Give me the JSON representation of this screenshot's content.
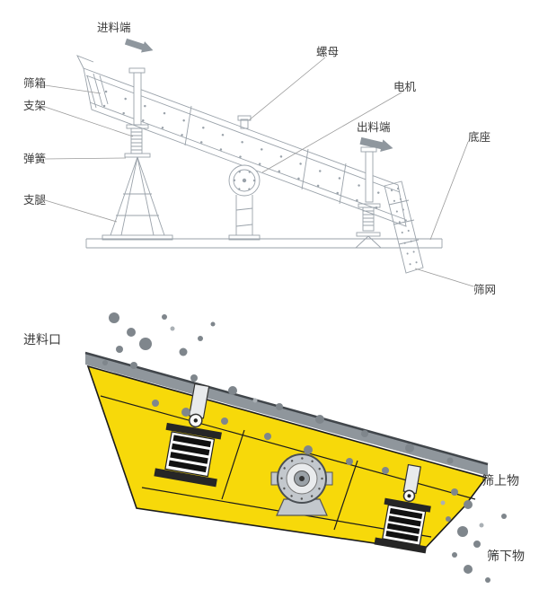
{
  "colors": {
    "drawing_line": "#9aa2aa",
    "leader_line": "#9b9b9b",
    "label_text": "#3b3b3b",
    "arrow_gray": "#8f979e",
    "band_gray": "#8f969c",
    "band_edge": "#41464b",
    "screen_yellow": "#f7d90a",
    "outline_dark": "#1b1b1b",
    "particle_gray": "#7f868c",
    "particle_light": "#aab0b5"
  },
  "structure_diagram": {
    "labels": {
      "feed_end": "进料端",
      "nut": "螺母",
      "screen_box": "筛箱",
      "support_frame": "支架",
      "motor": "电机",
      "discharge_end": "出料端",
      "base": "底座",
      "spring": "弹簧",
      "support_leg": "支腿",
      "screen_mesh": "筛网"
    }
  },
  "principle_diagram": {
    "labels": {
      "feed_inlet": "进料口",
      "oversize_material": "筛上物",
      "undersize_material": "筛下物"
    }
  }
}
